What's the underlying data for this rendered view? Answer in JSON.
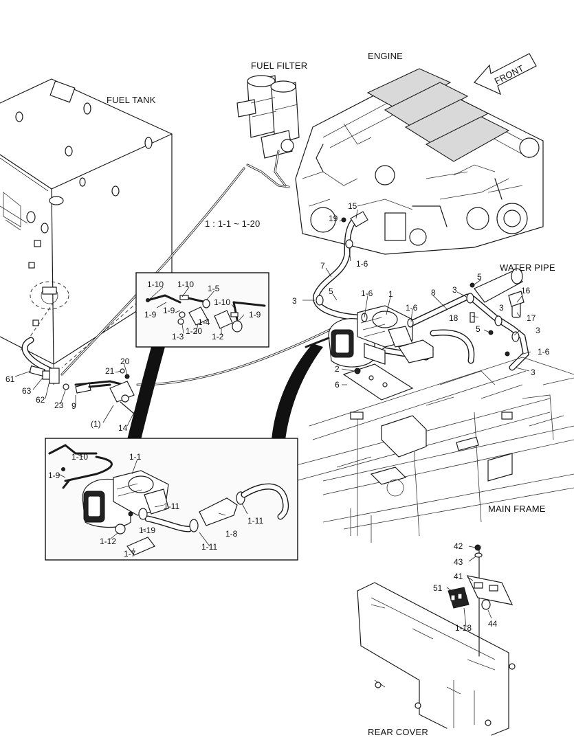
{
  "sections": {
    "fuel_filter": "FUEL FILTER",
    "engine": "ENGINE",
    "front": "FRONT",
    "fuel_tank": "FUEL TANK",
    "note": "1 : 1-1 ~ 1-20",
    "water_pipe": "WATER PIPE",
    "main_frame": "MAIN FRAME",
    "rear_cover": "REAR COVER"
  },
  "callouts": {
    "c15": "15",
    "c19": "19",
    "c1_6a": "1-6",
    "c7": "7",
    "c3a": "3",
    "c5a": "5",
    "c1_6b": "1-6",
    "c1": "1",
    "c1_6c": "1-6",
    "c8": "8",
    "c3b": "3",
    "c5b": "5",
    "c16": "16",
    "c3c": "3",
    "c17": "17",
    "c18": "18",
    "c5c": "5",
    "c3d": "3",
    "c1_6d": "1-6",
    "c3e": "3",
    "c2": "2",
    "c6": "6",
    "c20": "20",
    "c21": "21",
    "c61": "61",
    "c63": "63",
    "c62": "62",
    "c23": "23",
    "c9": "9",
    "c_paren1": "(1)",
    "c14": "14"
  },
  "inset_top": {
    "c1_10a": "1-10",
    "c1_10b": "1-10",
    "c1_5": "1-5",
    "c1_10c": "1-10",
    "c1_9a": "1-9",
    "c1_9b": "1-9",
    "c1_4": "1-4",
    "c1_9c": "1-9",
    "c1_3": "1-3",
    "c1_20": "1-20",
    "c1_2": "1-2"
  },
  "inset_bottom": {
    "c1_10": "1-10",
    "c1_1": "1-1",
    "c1_9": "1-9",
    "c1_11a": "1-11",
    "c1_11b": "1-11",
    "c1_8": "1-8",
    "c1_12": "1-12",
    "c1_19": "1-19",
    "c1_7": "1-7",
    "c1_11c": "1-11"
  },
  "rear_parts": {
    "c42": "42",
    "c43": "43",
    "c41": "41",
    "c51": "51",
    "c1_18": "1-18",
    "c44": "44"
  }
}
